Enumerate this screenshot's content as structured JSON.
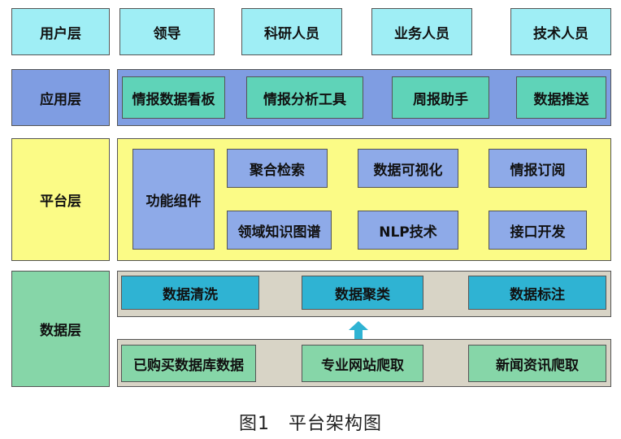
{
  "diagram": {
    "user_layer": {
      "label": "用户层",
      "items": [
        "领导",
        "科研人员",
        "业务人员",
        "技术人员"
      ]
    },
    "app_layer": {
      "label": "应用层",
      "items": [
        "情报数据看板",
        "情报分析工具",
        "周报助手",
        "数据推送"
      ]
    },
    "platform_layer": {
      "label": "平台层",
      "function_component": "功能组件",
      "items": [
        "聚合检索",
        "数据可视化",
        "情报订阅",
        "领域知识图谱",
        "NLP技术",
        "接口开发"
      ]
    },
    "data_layer": {
      "label": "数据层",
      "processing": [
        "数据清洗",
        "数据聚类",
        "数据标注"
      ],
      "sources": [
        "已购买数据库数据",
        "专业网站爬取",
        "新闻资讯爬取"
      ]
    },
    "caption": "图1　平台架构图"
  },
  "colors": {
    "user_layer": "#9feef5",
    "app_layer_label": "#7f9de2",
    "app_item": "#5fd3b8",
    "platform": "#fbfb86",
    "platform_item": "#8eaae8",
    "data_layer": "#86d6a8",
    "processing_item": "#2fb3d3",
    "arrow": "#2fb3d3"
  }
}
